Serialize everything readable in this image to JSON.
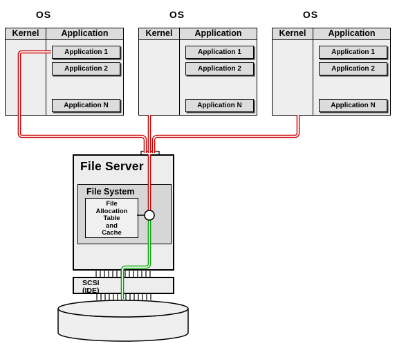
{
  "colors": {
    "app_link_red": "#CC0000",
    "storage_link_green": "#00A300"
  },
  "os_groups": [
    {
      "title": "OS",
      "columns": {
        "kernel": "Kernel",
        "application": "Application"
      },
      "applications": [
        "Application 1",
        "Application 2",
        "Application N"
      ]
    },
    {
      "title": "OS",
      "columns": {
        "kernel": "Kernel",
        "application": "Application"
      },
      "applications": [
        "Application 1",
        "Application 2",
        "Application N"
      ]
    },
    {
      "title": "OS",
      "columns": {
        "kernel": "Kernel",
        "application": "Application"
      },
      "applications": [
        "Application 1",
        "Application 2",
        "Application N"
      ]
    }
  ],
  "file_server": {
    "title": "File Server",
    "file_system": {
      "title": "File System",
      "file_allocation": {
        "lines": [
          "File",
          "Allocation",
          "Table",
          "and",
          "Cache"
        ]
      }
    }
  },
  "storage_controller": {
    "lines": [
      "SCSI",
      "(IDE)"
    ]
  }
}
